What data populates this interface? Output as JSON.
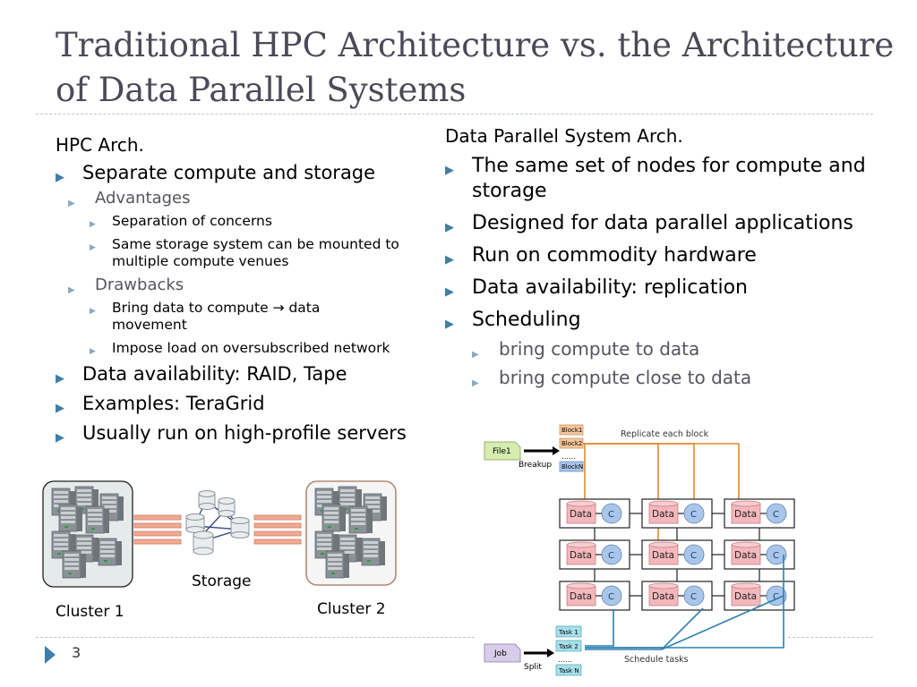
{
  "slide": {
    "title": "Traditional HPC Architecture vs. the Architecture of Data Parallel Systems",
    "page_number": "3"
  },
  "left": {
    "heading": "HPC Arch.",
    "bullets": [
      "Separate compute and storage",
      "Advantages",
      "Separation of concerns",
      "Same storage system can be mounted to multiple compute venues",
      "Drawbacks",
      "Bring data to compute → data movement",
      "Impose load on oversubscribed network",
      "Data availability: RAID, Tape",
      "Examples: TeraGrid",
      "Usually run on high-profile servers"
    ],
    "labels": {
      "storage": "Storage",
      "cluster1": "Cluster 1",
      "cluster2": "Cluster 2"
    }
  },
  "right": {
    "heading": "Data Parallel System Arch.",
    "bullets": [
      "The same set of nodes for compute and storage",
      "Designed for data parallel applications",
      "Run on commodity hardware",
      "Data availability: replication",
      "Scheduling",
      "bring compute to data",
      "bring compute close to data"
    ]
  },
  "diagram": {
    "file": "File1",
    "breakup": "Breakup",
    "blocks": [
      "Block1",
      "Block2",
      "BlockN"
    ],
    "dots": "……",
    "replicate": "Replicate each block",
    "node_data": "Data",
    "node_compute": "C",
    "job": "Job",
    "split": "Split",
    "tasks": [
      "Task 1",
      "Task 2",
      "Task N"
    ],
    "schedule": "Schedule tasks"
  },
  "colors": {
    "title": "#4a4a58",
    "accent": "#3f7ea6",
    "data_node": "#f4b8bc",
    "compute_node": "#a9c6ea",
    "task": "#a6e0ea",
    "file": "#d5edb0",
    "job": "#d8cde9"
  }
}
